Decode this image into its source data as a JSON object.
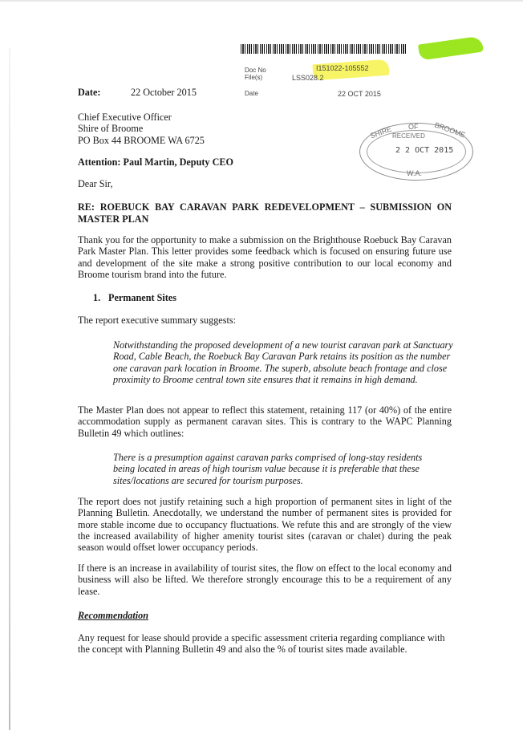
{
  "header": {
    "barcode": "document-barcode",
    "doc_no_label": "Doc No",
    "doc_no": "I151022-105552",
    "files_label": "File(s)",
    "files": "LSS028.2",
    "date_label": "Date",
    "date": "22 OCT 2015",
    "highlight_colors": {
      "yellow": "#f6f24a",
      "green": "#9be620"
    }
  },
  "stamp": {
    "top_text": "SHIRE OF BROOME",
    "shire": "SHIRE",
    "of": "OF",
    "broome": "BROOME",
    "received": "RECEIVED",
    "date": "2 2  OCT  2015",
    "bottom": "W.A."
  },
  "letter": {
    "date_label": "Date:",
    "date": "22 October 2015",
    "recipient": {
      "line1": "Chief Executive Officer",
      "line2": "Shire of Broome",
      "line3": "PO Box 44 BROOME WA 6725"
    },
    "attention": "Attention: Paul Martin, Deputy CEO",
    "salutation": "Dear Sir,",
    "subject": "RE: ROEBUCK BAY CARAVAN PARK REDEVELOPMENT – SUBMISSION ON MASTER PLAN",
    "intro": "Thank you for the opportunity to make a submission on the Brighthouse Roebuck Bay Caravan Park Master Plan. This letter provides some feedback which is focused on ensuring future use and development of the site make a strong positive contribution to our local economy and Broome tourism brand into the future.",
    "section1": {
      "number": "1.",
      "title": "Permanent Sites",
      "lead": "The report executive summary suggests:",
      "quote1": "Notwithstanding the proposed development of a new tourist caravan park at Sanctuary Road, Cable Beach, the Roebuck Bay Caravan Park retains its position as the number one caravan park location in Broome. The superb, absolute beach frontage and close proximity to Broome central town site ensures that it remains in high demand.",
      "para2": "The Master Plan does not appear to reflect this statement, retaining 117 (or 40%) of the entire accommodation supply as permanent caravan sites. This is contrary to the WAPC Planning Bulletin 49 which outlines:",
      "quote2": "There is a presumption against caravan parks comprised of long-stay residents being located in areas of high tourism value because it is preferable that these sites/locations are secured for tourism purposes.",
      "para3": "The report does not justify retaining such a high proportion of permanent sites in light of the Planning Bulletin. Anecdotally, we understand the number of permanent sites is provided for more stable income due to occupancy fluctuations. We refute this and are strongly of the view the increased availability of higher amenity tourist sites (caravan or chalet) during the peak season would offset lower occupancy periods.",
      "para4": "If there is an increase in availability of tourist sites, the flow on effect to the local economy and business will also be lifted. We therefore strongly encourage this to be a requirement of any lease.",
      "recommendation_heading": "Recommendation",
      "recommendation": "Any request for lease should provide a specific assessment criteria regarding compliance with the concept with Planning Bulletin 49 and also the % of tourist sites made available."
    }
  }
}
